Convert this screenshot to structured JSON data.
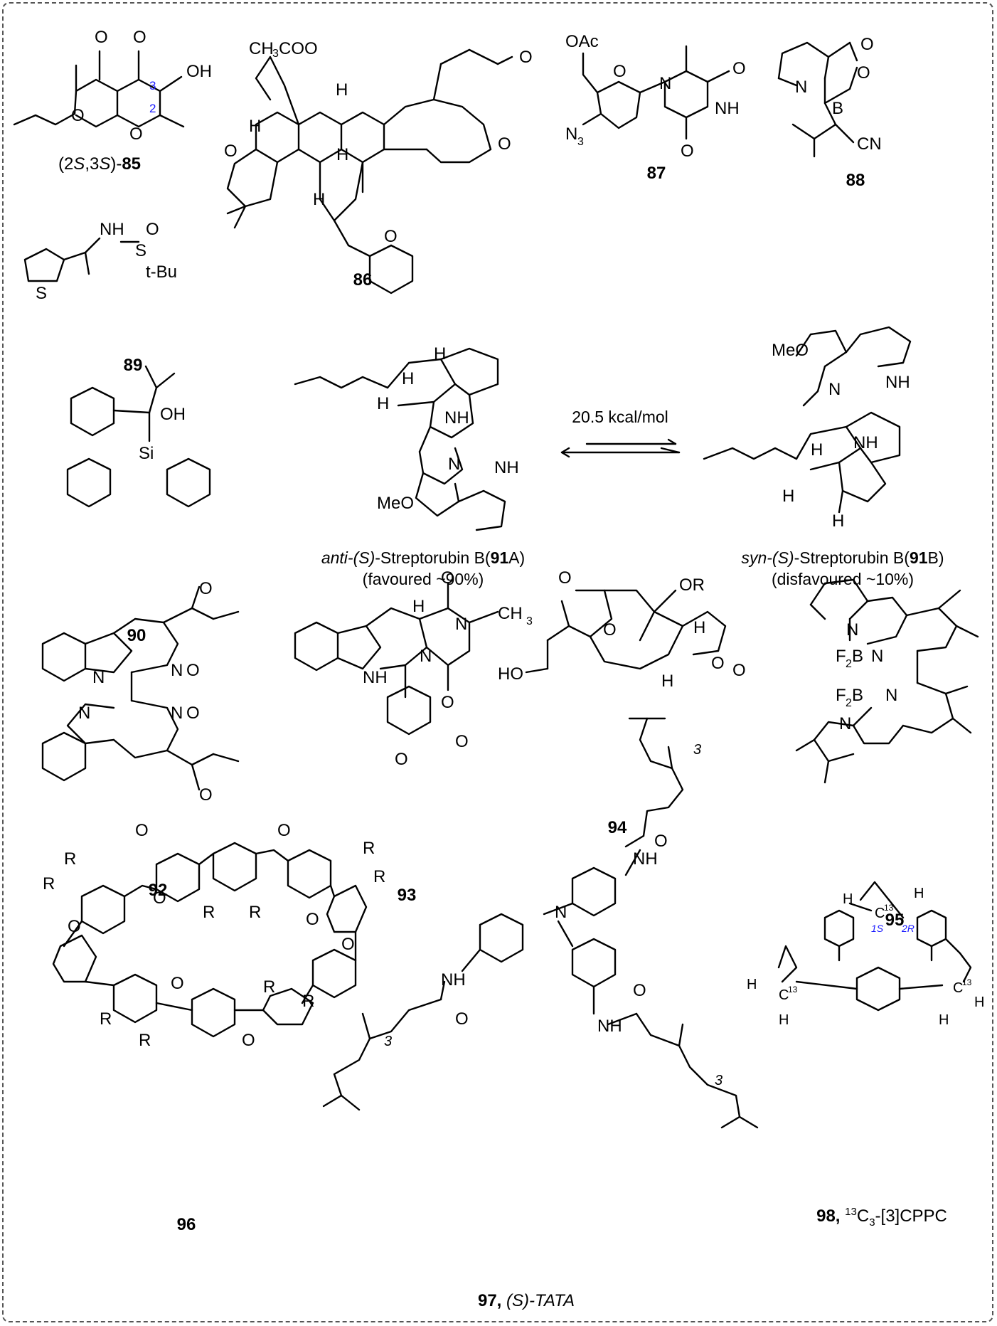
{
  "labels": {
    "c85": {
      "prefix": "(2",
      "s1": "S",
      "mid": ",3",
      "s2": "S",
      "dash": ")-",
      "num": "85"
    },
    "c86": "86",
    "c87": "87",
    "c88": "88",
    "c89": "89",
    "c90": "90",
    "c91a": {
      "pre": "anti-(S)",
      "name": "-Streptorubin B(",
      "num": "91",
      "suffix": "A)",
      "note": "(favoured ~90%)"
    },
    "c91b": {
      "pre": "syn-(S)",
      "name": "-Streptorubin B(",
      "num": "91",
      "suffix": "B)",
      "note": "(disfavoured ~10%)"
    },
    "equilibrium": "20.5 kcal/mol",
    "c92": "92",
    "c93": "93",
    "c94": "94",
    "c95": "95",
    "c96": "96",
    "c97": {
      "num": "97,",
      "name": " (S)-TATA"
    },
    "c98": {
      "num": "98,",
      "sup": "13",
      "rest": "C",
      "sub": "3",
      "tail": "-[3]CPPC"
    }
  },
  "atoms": {
    "O": "O",
    "OH": "OH",
    "N": "N",
    "NH": "NH",
    "H": "H",
    "S": "S",
    "Si": "Si",
    "B": "B",
    "OAc": "OAc",
    "N3": "N",
    "N3sub": "3",
    "CN": "CN",
    "CH3": "CH",
    "CH3sub": "3",
    "OCOCH3": "CH",
    "tBu": "t-Bu",
    "MeO": "MeO",
    "F2B": "F",
    "F2Bsub": "2",
    "OR": "OR",
    "R": "R",
    "C13": "C",
    "sup13": "13",
    "HO": "HO"
  },
  "stereo_labels": {
    "l3": "3",
    "l2": "2",
    "l1S": "1S",
    "l2R": "2R",
    "rep3": "3"
  }
}
